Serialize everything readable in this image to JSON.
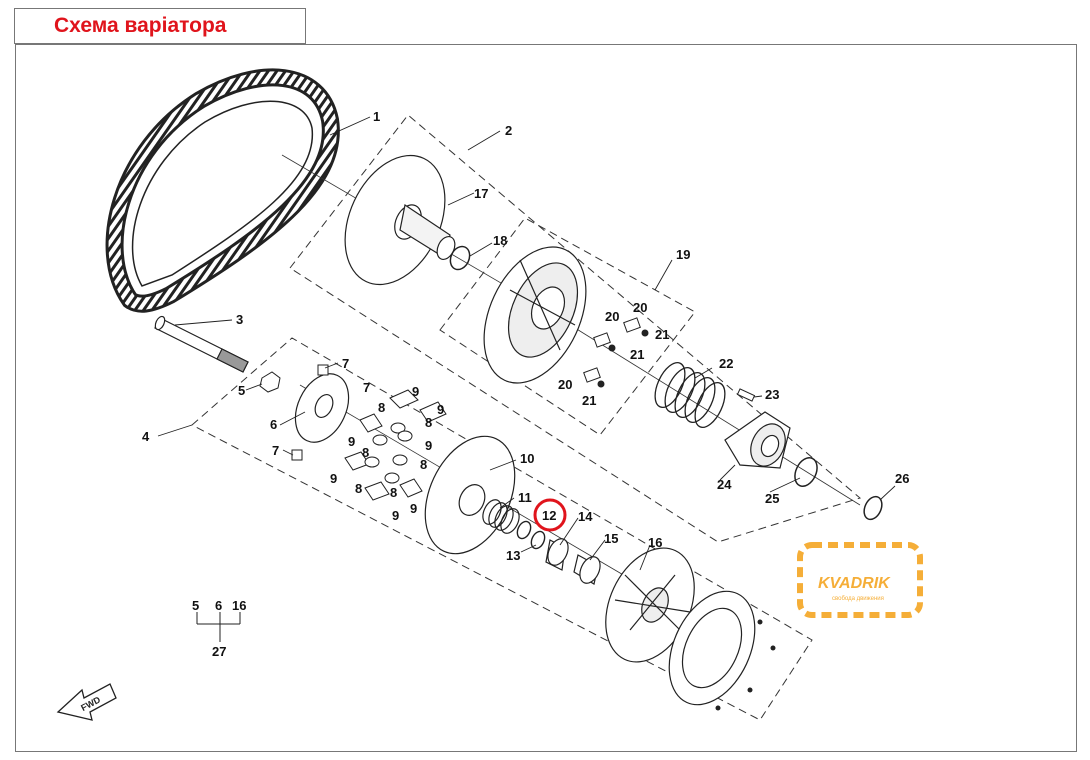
{
  "title": "Схема варіатора",
  "callouts": [
    "1",
    "2",
    "3",
    "4",
    "5",
    "6",
    "7",
    "8",
    "9",
    "10",
    "11",
    "12",
    "13",
    "14",
    "15",
    "16",
    "17",
    "18",
    "19",
    "20",
    "21",
    "22",
    "23",
    "24",
    "25",
    "26",
    "27"
  ],
  "highlighted_callout": "12",
  "group_note": {
    "items": [
      "5",
      "6",
      "16"
    ],
    "result": "27"
  },
  "fwd_label": "FWD",
  "watermark": {
    "brand": "KVADRIK",
    "tagline": "свобода движения",
    "color": "#f5a623"
  },
  "colors": {
    "title": "#e0141c",
    "highlight": "#e0141c",
    "line": "#222222"
  }
}
